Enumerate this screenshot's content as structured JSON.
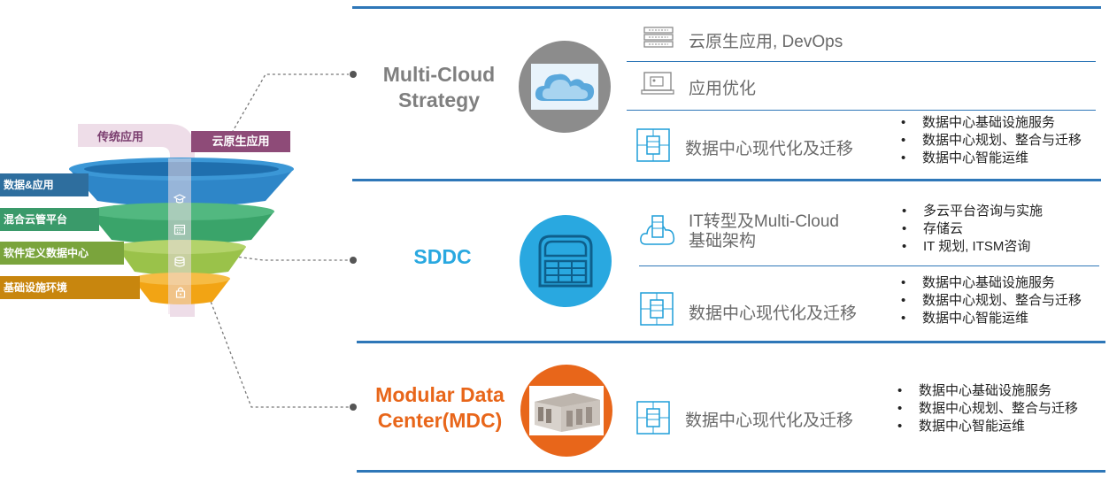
{
  "funnel": {
    "traditional_label": "传统应用",
    "cloud_native_label": "云原生应用",
    "layers": [
      {
        "label": "数据&应用",
        "color": "#2e6e9e",
        "icon": "graduation-cap-icon"
      },
      {
        "label": "混合云管平台",
        "color": "#3a9a6a",
        "icon": "calendar-icon"
      },
      {
        "label": "软件定义数据中心",
        "color": "#7aa43c",
        "icon": "database-icon"
      },
      {
        "label": "基础设施环境",
        "color": "#c8860e",
        "icon": "lock-icon"
      }
    ]
  },
  "sections": {
    "multi_cloud": {
      "title": "Multi-Cloud Strategy",
      "title_color": "#7f7f7f",
      "circle_color": "#8c8c8c",
      "circle_icon": "cloud-icon",
      "rows": [
        {
          "text": "云原生应用, DevOps",
          "icon": "server-rack-icon"
        },
        {
          "text": "应用优化",
          "icon": "computer-monitor-icon"
        },
        {
          "text": "数据中心现代化及迁移",
          "icon": "datacenter-network-icon"
        }
      ],
      "bullets": [
        "数据中心基础设施服务",
        "数据中心规划、整合与迁移",
        "数据中心智能运维"
      ]
    },
    "sddc": {
      "title": "SDDC",
      "title_color": "#29a8e0",
      "circle_color": "#29a8e0",
      "circle_icon": "data-center-building-icon",
      "rows": [
        {
          "text": "IT转型及Multi-Cloud 基础架构",
          "icon": "cloud-server-icon"
        },
        {
          "text": "数据中心现代化及迁移",
          "icon": "datacenter-network-icon"
        }
      ],
      "bullets_1": [
        "多云平台咨询与实施",
        "存储云",
        "IT 规划, ITSM咨询"
      ],
      "bullets_2": [
        "数据中心基础设施服务",
        "数据中心规划、整合与迁移",
        "数据中心智能运维"
      ]
    },
    "mdc": {
      "title": "Modular Data Center(MDC)",
      "title_color": "#e8661a",
      "circle_color": "#e8661a",
      "circle_icon": "modular-container-icon",
      "rows": [
        {
          "text": "数据中心现代化及迁移",
          "icon": "datacenter-network-icon"
        }
      ],
      "bullets": [
        "数据中心基础设施服务",
        "数据中心规划、整合与迁移",
        "数据中心智能运维"
      ]
    }
  }
}
